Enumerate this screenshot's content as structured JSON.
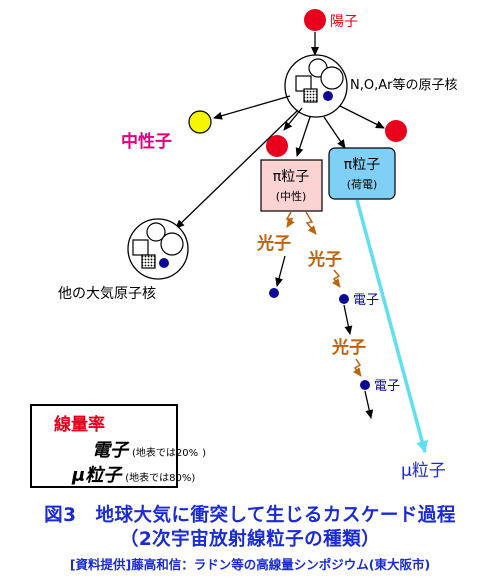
{
  "diagram": {
    "proton_label": "陽子",
    "nucleus_label": "N,O,Ar等の原子核",
    "neutron_label": "中性子",
    "pion_neutral_label": "π粒子",
    "pion_neutral_sub": "(中性)",
    "pion_charged_label": "π粒子",
    "pion_charged_sub": "(荷電)",
    "photon_label_1": "光子",
    "photon_label_2": "光子",
    "photon_label_3": "光子",
    "electron_label_1": "電子",
    "electron_label_2": "電子",
    "other_nucleus_label": "他の大気原子核",
    "muon_label": "μ粒子"
  },
  "legend": {
    "title": "線量率",
    "row1_main": "電子",
    "row1_note": "(地表では20%",
    "row1_close": ")",
    "row2_main": "μ粒子",
    "row2_note": "(地表では80%)"
  },
  "caption": {
    "line1": "図3　地球大気に衝突して生じるカスケード過程",
    "line2": "（2次宇宙放射線粒子の種類）",
    "line3": "[資料提供]藤高和信：ラドン等の高線量シンポジウム(東大阪市)"
  },
  "colors": {
    "proton": "#e8001c",
    "neutron": "#f6f600",
    "neutron_label": "#e0007f",
    "pion_neutral_box": "#fbd3d3",
    "pion_charged_box": "#7fd0f4",
    "muon_track": "#5ee0f0",
    "photon_arrow": "#c0620a",
    "electron": "#0a0a96",
    "caption": "#1a2bd6"
  }
}
